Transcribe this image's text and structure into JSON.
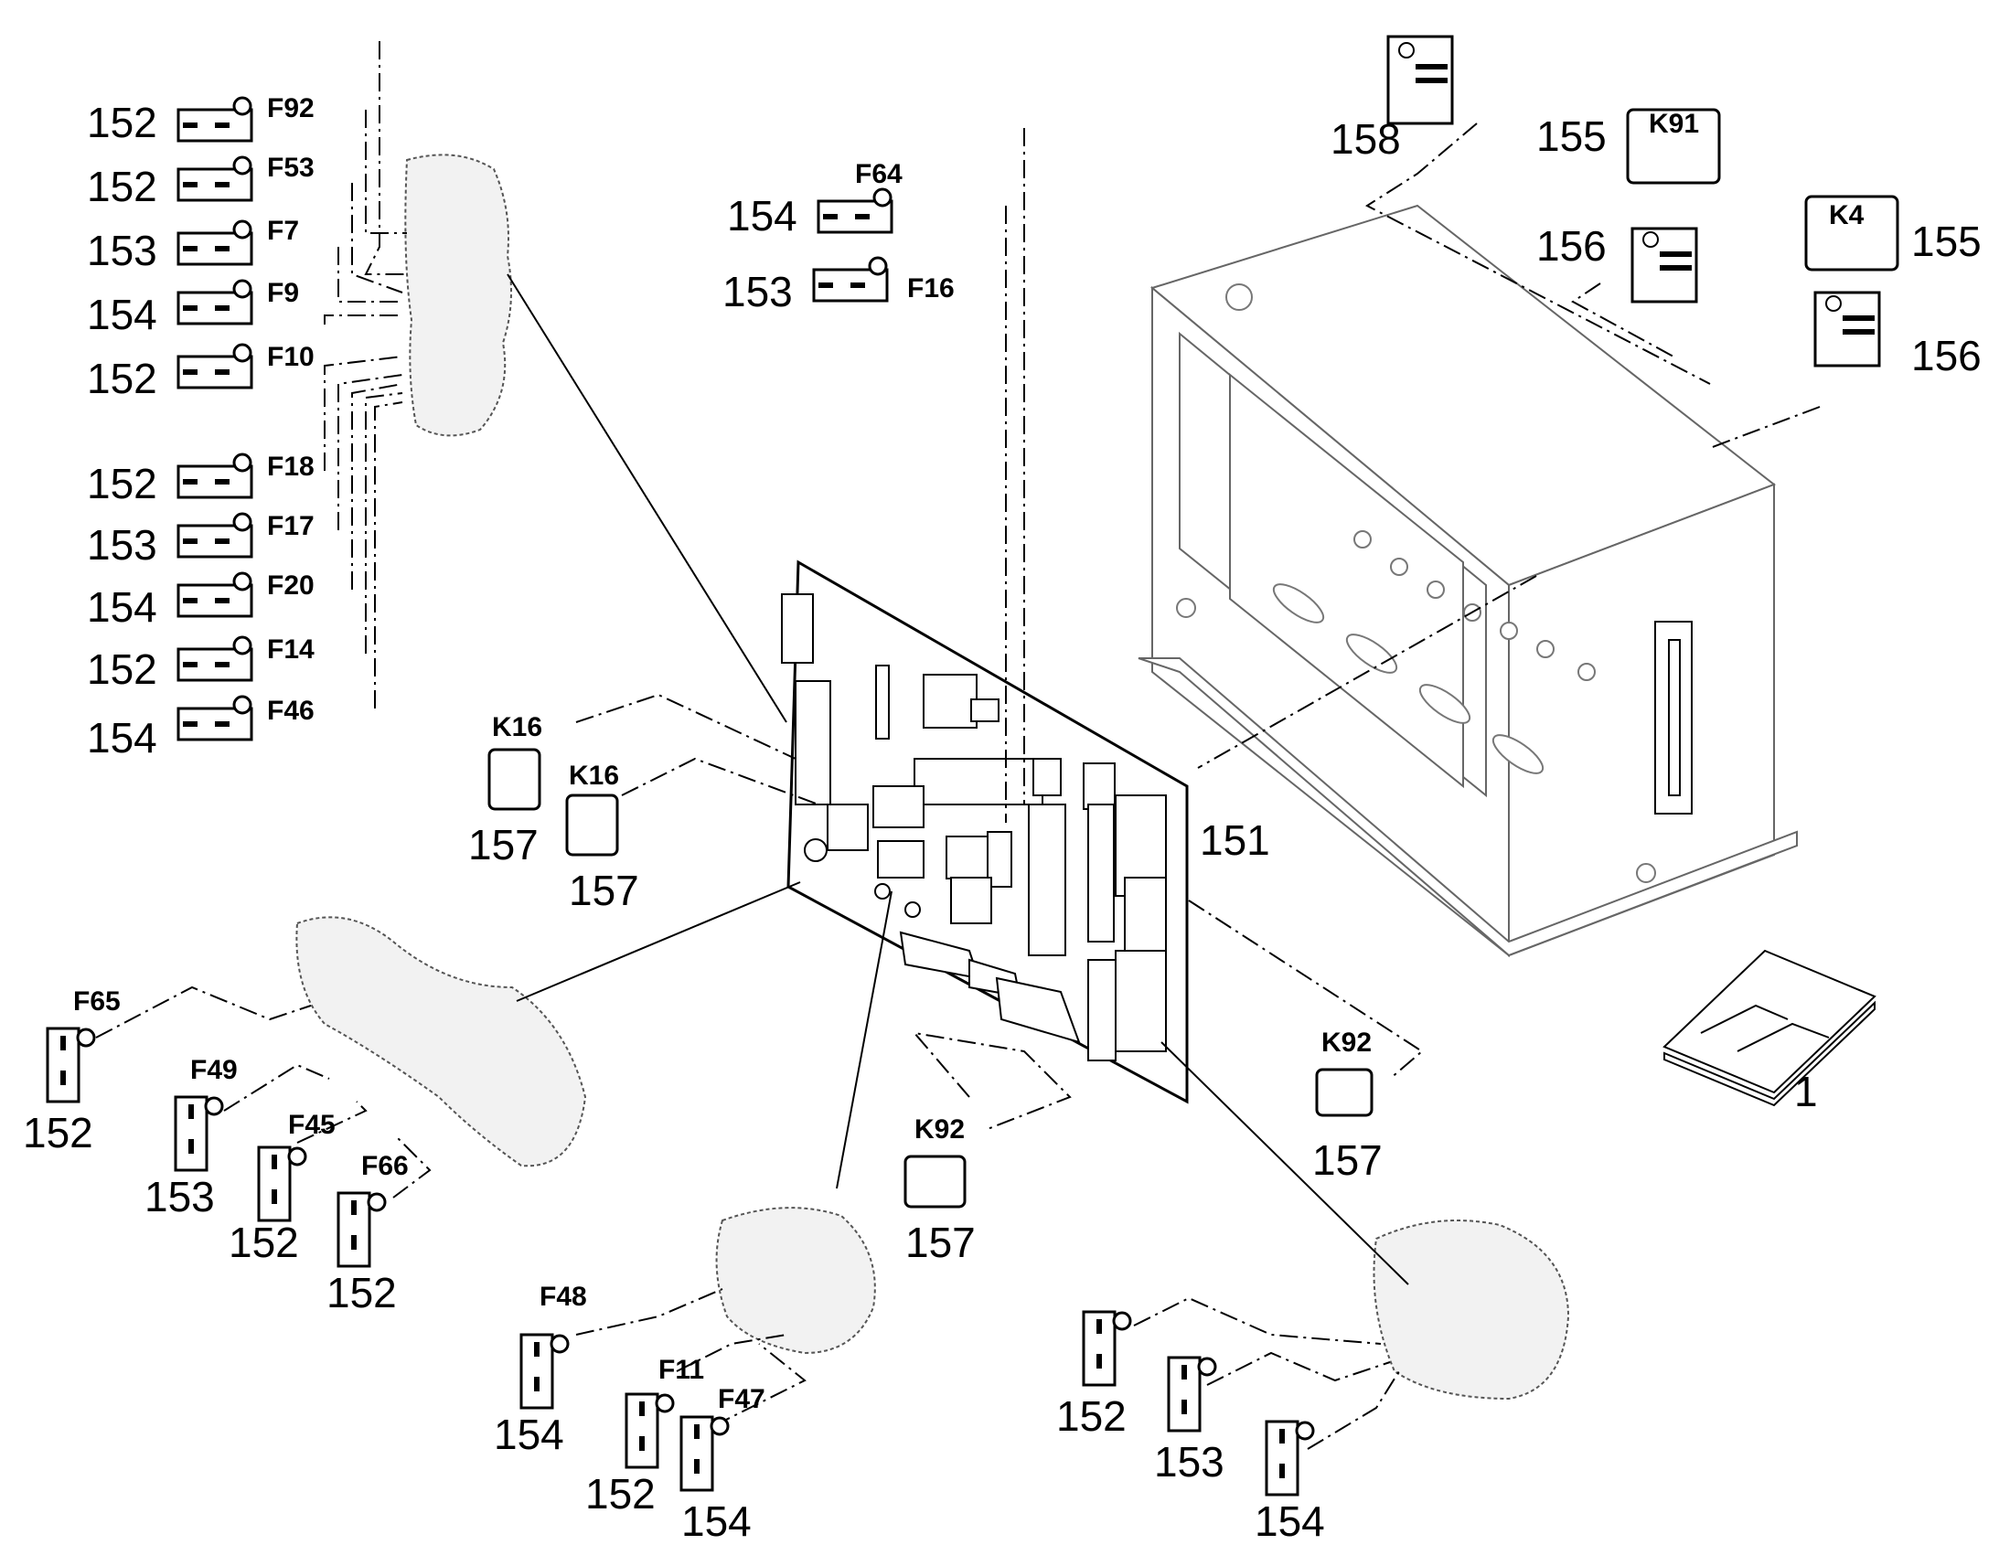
{
  "fuses": [
    {
      "id": "f92",
      "code": "F92",
      "part": "152"
    },
    {
      "id": "f53",
      "code": "F53",
      "part": "152"
    },
    {
      "id": "f7",
      "code": "F7",
      "part": "153"
    },
    {
      "id": "f9",
      "code": "F9",
      "part": "154"
    },
    {
      "id": "f10",
      "code": "F10",
      "part": "152"
    },
    {
      "id": "f18",
      "code": "F18",
      "part": "152"
    },
    {
      "id": "f17",
      "code": "F17",
      "part": "153"
    },
    {
      "id": "f20",
      "code": "F20",
      "part": "154"
    },
    {
      "id": "f14",
      "code": "F14",
      "part": "152"
    },
    {
      "id": "f46",
      "code": "F46",
      "part": "154"
    },
    {
      "id": "f64",
      "code": "F64",
      "part": "154"
    },
    {
      "id": "f16",
      "code": "F16",
      "part": "153"
    },
    {
      "id": "f65",
      "code": "F65",
      "part": "152"
    },
    {
      "id": "f49",
      "code": "F49",
      "part": "153"
    },
    {
      "id": "f45",
      "code": "F45",
      "part": "152"
    },
    {
      "id": "f66",
      "code": "F66",
      "part": "152"
    },
    {
      "id": "f48",
      "code": "F48",
      "part": "154"
    },
    {
      "id": "f11",
      "code": "F11",
      "part": "152"
    },
    {
      "id": "f47",
      "code": "F47",
      "part": "154"
    },
    {
      "id": "br1",
      "code": "",
      "part": "152"
    },
    {
      "id": "br2",
      "code": "",
      "part": "153"
    },
    {
      "id": "br3",
      "code": "",
      "part": "154"
    }
  ],
  "relays": [
    {
      "id": "k16a",
      "code": "K16",
      "part": "157"
    },
    {
      "id": "k16b",
      "code": "K16",
      "part": "157"
    },
    {
      "id": "k92a",
      "code": "K92",
      "part": "157"
    },
    {
      "id": "k92b",
      "code": "K92",
      "part": "157"
    },
    {
      "id": "k91",
      "code": "K91",
      "part": "155"
    },
    {
      "id": "k4",
      "code": "K4",
      "part": "155"
    }
  ],
  "parts": {
    "board": "151",
    "socket_a": "156",
    "socket_b": "156",
    "holder": "158",
    "manual": "1"
  }
}
